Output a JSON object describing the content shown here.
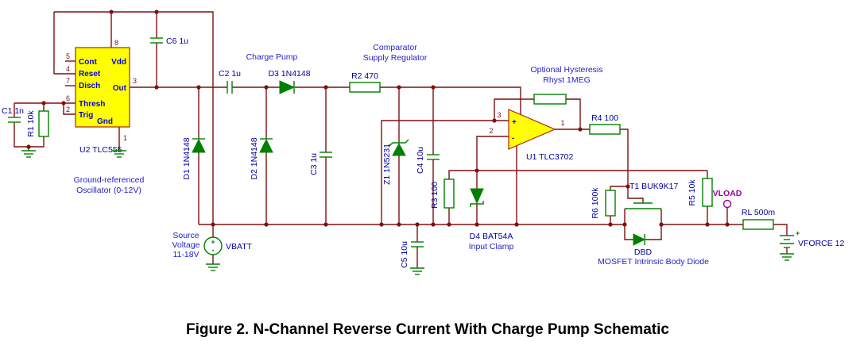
{
  "figure": {
    "title": "Figure 2. N-Channel Reverse Current With Charge Pump Schematic"
  },
  "colors": {
    "wire": "#7F1010",
    "component": "#008000",
    "component_label": "#0000A0",
    "annotation": "#2222CC",
    "vload": "#990099",
    "ic_fill": "#FFFF00",
    "ic_border": "#AA2020",
    "pin_number": "#7F1010",
    "title": "#000000",
    "background": "#FFFFFF"
  },
  "u2": {
    "label": "U2 TLC555",
    "pins": {
      "cont": "Cont",
      "reset": "Reset",
      "disch": "Disch",
      "thresh": "Thresh",
      "trig": "Trig",
      "gnd": "Gnd",
      "vdd": "Vdd",
      "out": "Out"
    },
    "nums": {
      "cont": "5",
      "reset": "4",
      "disch": "7",
      "thresh": "6",
      "trig": "2",
      "gnd": "1",
      "vdd": "8",
      "out": "3"
    }
  },
  "u1": {
    "label": "U1 TLC3702",
    "plus": "+",
    "minus": "-",
    "nums": {
      "inp": "3",
      "inn": "2",
      "out": "1"
    }
  },
  "components": {
    "c1": "C1 1n",
    "r1": "R1 10k",
    "c6": "C6 1u",
    "c2": "C2 1u",
    "d3": "D3 1N4148",
    "r2": "R2 470",
    "d1": "D1 1N4148",
    "d2": "D2 1N4148",
    "c3": "C3 1u",
    "z1": "Z1 1N5231",
    "c4": "C4 10u",
    "r3": "R3 100",
    "c5": "C5 10u",
    "d4": "D4 BAT54A",
    "r4": "R4 100",
    "r6": "R6 100k",
    "r5": "R5 10k",
    "t1": "T1 BUK9K17",
    "dbd": "DBD",
    "rl": "RL 500m",
    "vbatt": "VBATT",
    "vforce": "VFORCE 12",
    "vload": "VLOAD"
  },
  "annotations": {
    "oscillator": [
      "Ground-referenced",
      "Oscillator (0-12V)"
    ],
    "charge_pump": "Charge Pump",
    "comp_supply": [
      "Comparator",
      "Supply Regulator"
    ],
    "hysteresis": [
      "Optional Hysteresis",
      "Rhyst 1MEG"
    ],
    "source": [
      "Source",
      "Voltage",
      "11-18V"
    ],
    "input_clamp": "Input Clamp",
    "body_diode": "MOSFET Intrinsic Body Diode"
  },
  "marks": {
    "plus": "+",
    "minus": "-"
  }
}
